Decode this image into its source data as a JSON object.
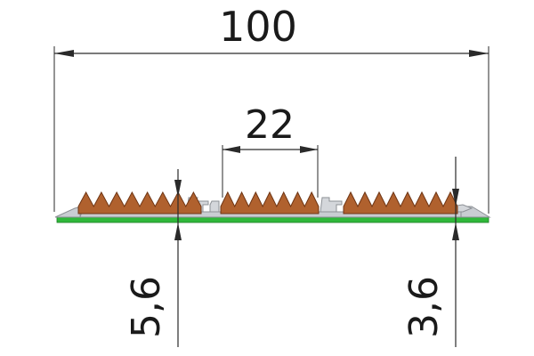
{
  "dimensions": {
    "overall_width": "100",
    "insert_width": "22",
    "height_left": "5,6",
    "height_right": "3,6"
  },
  "colors": {
    "rubber_insert": "#b0612e",
    "rubber_insert_edge": "#6e3514",
    "aluminum_profile": "#c9cdd2",
    "aluminum_edge": "#8d9196",
    "adhesive_base": "#2fb83a",
    "line": "#2a2a2a"
  }
}
